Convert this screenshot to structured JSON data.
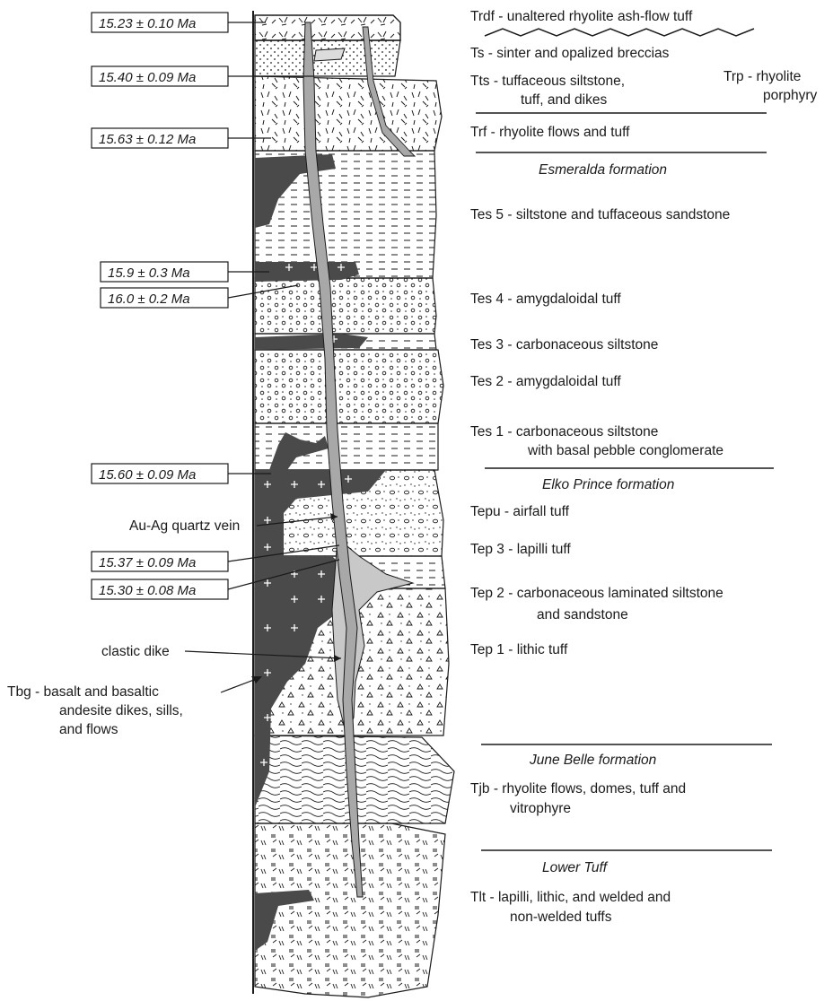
{
  "ages": [
    {
      "label": "15.23 ± 0.10 Ma"
    },
    {
      "label": "15.40 ± 0.09 Ma"
    },
    {
      "label": "15.63 ± 0.12 Ma"
    },
    {
      "label": "15.9 ± 0.3 Ma"
    },
    {
      "label": "16.0 ± 0.2 Ma"
    },
    {
      "label": "15.60 ± 0.09 Ma"
    },
    {
      "label": "15.37 ± 0.09 Ma"
    },
    {
      "label": "15.30 ± 0.08 Ma"
    }
  ],
  "callouts": {
    "vein": "Au-Ag quartz vein",
    "clastic_dike": "clastic dike",
    "tbg_line1": "Tbg - basalt and basaltic",
    "tbg_line2": "andesite dikes, sills,",
    "tbg_line3": "and flows"
  },
  "legend": {
    "trdf": "Trdf -  unaltered rhyolite ash-flow tuff",
    "ts": "Ts -    sinter and opalized breccias",
    "tts_line1": "Tts -   tuffaceous siltstone,",
    "tts_line2": "tuff, and dikes",
    "trp_line1": "Trp - rhyolite",
    "trp_line2": "porphyry",
    "trf": "Trf -   rhyolite flows and tuff",
    "esmeralda_title": "Esmeralda formation",
    "tes5": "Tes 5 - siltstone and tuffaceous sandstone",
    "tes4": "Tes 4 - amygdaloidal tuff",
    "tes3": "Tes 3 - carbonaceous siltstone",
    "tes2": "Tes 2 - amygdaloidal tuff",
    "tes1_line1": "Tes 1 - carbonaceous siltstone",
    "tes1_line2": "with basal pebble conglomerate",
    "elko_title": "Elko Prince formation",
    "tepu": "Tepu - airfall tuff",
    "tep3": "Tep 3 - lapilli tuff",
    "tep2_line1": "Tep 2 - carbonaceous laminated siltstone",
    "tep2_line2": "and sandstone",
    "tep1": "Tep 1 - lithic tuff",
    "june_title": "June Belle formation",
    "tjb_line1": "Tjb - rhyolite flows, domes, tuff and",
    "tjb_line2": "vitrophyre",
    "lower_title": "Lower Tuff",
    "tlt_line1": "Tlt - lapilli, lithic, and welded and",
    "tlt_line2": "non-welded tuffs"
  },
  "colors": {
    "basalt": "#4a4a4a",
    "vein": "#a8a8a8",
    "clastic_dike": "#c8c8c8",
    "ink": "#1a1a1a"
  }
}
